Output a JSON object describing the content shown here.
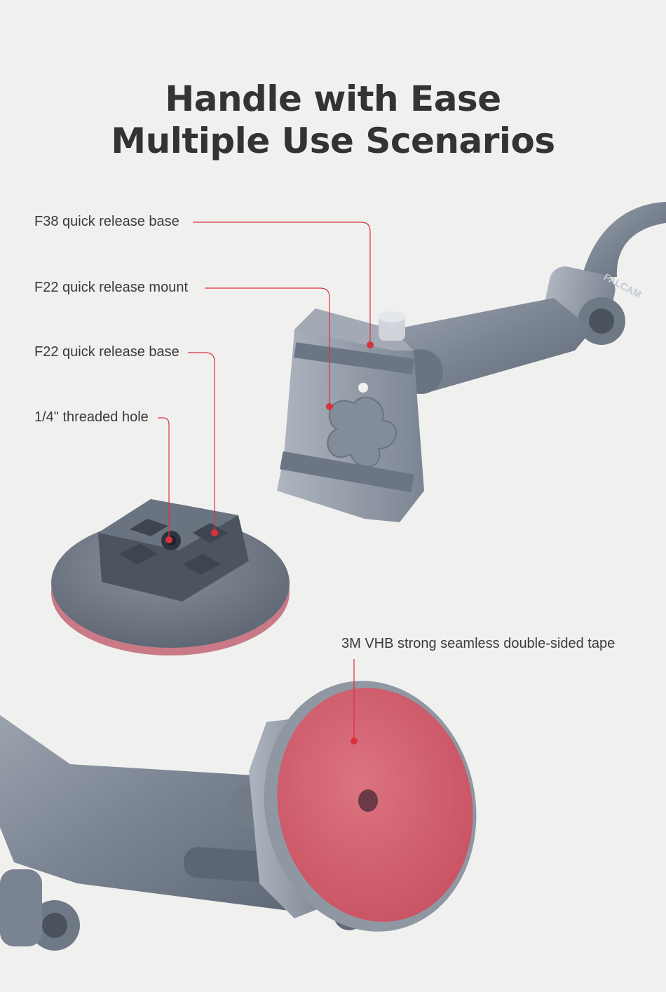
{
  "headline": {
    "line1": "Handle with Ease",
    "line2": "Multiple Use Scenarios"
  },
  "callouts": {
    "f38_base": "F38 quick release base",
    "f22_mount": "F22 quick release mount",
    "f22_base": "F22 quick release base",
    "threaded_hole": "1/4\" threaded hole",
    "vhb_tape": "3M VHB strong seamless double-sided tape"
  },
  "brand": {
    "engraving": "FALCAM"
  },
  "colors": {
    "background": "#f0f0ef",
    "callout_line": "#d8323c",
    "metal": "#7d8694",
    "adhesive_pad": "#d4606e"
  }
}
